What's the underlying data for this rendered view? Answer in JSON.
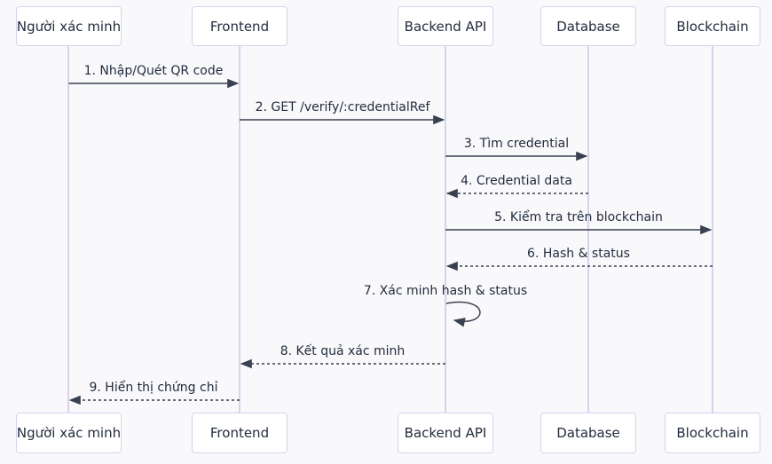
{
  "diagram": {
    "type": "sequence",
    "participants": [
      {
        "name": "Người xác minh"
      },
      {
        "name": "Frontend"
      },
      {
        "name": "Backend API"
      },
      {
        "name": "Database"
      },
      {
        "name": "Blockchain"
      }
    ],
    "messages": [
      {
        "label": "1. Nhập/Quét QR code",
        "from": "Người xác minh",
        "to": "Frontend",
        "style": "solid"
      },
      {
        "label": "2. GET /verify/:credentialRef",
        "from": "Frontend",
        "to": "Backend API",
        "style": "solid"
      },
      {
        "label": "3. Tìm credential",
        "from": "Backend API",
        "to": "Database",
        "style": "solid"
      },
      {
        "label": "4. Credential data",
        "from": "Database",
        "to": "Backend API",
        "style": "dashed"
      },
      {
        "label": "5. Kiểm tra trên blockchain",
        "from": "Backend API",
        "to": "Blockchain",
        "style": "solid"
      },
      {
        "label": "6. Hash & status",
        "from": "Blockchain",
        "to": "Backend API",
        "style": "dashed"
      },
      {
        "label": "7. Xác minh hash & status",
        "from": "Backend API",
        "to": "Backend API",
        "style": "self"
      },
      {
        "label": "8. Kết quả xác minh",
        "from": "Backend API",
        "to": "Frontend",
        "style": "dashed"
      },
      {
        "label": "9. Hiển thị chứng chỉ",
        "from": "Frontend",
        "to": "Người xác minh",
        "style": "dashed"
      }
    ],
    "colors": {
      "background": "#f9f9fb",
      "box_fill": "#ffffff",
      "box_border": "#d8d2ec",
      "lifeline": "#d8d2ec",
      "arrow": "#39404e",
      "text": "#232c3d"
    }
  }
}
